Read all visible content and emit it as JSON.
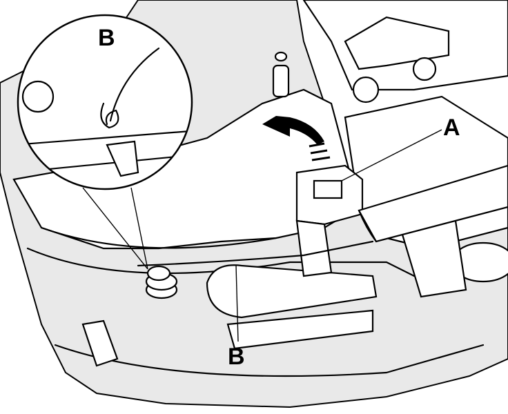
{
  "labels": {
    "spring_detail": "B",
    "clip": "A",
    "spring": "B"
  }
}
